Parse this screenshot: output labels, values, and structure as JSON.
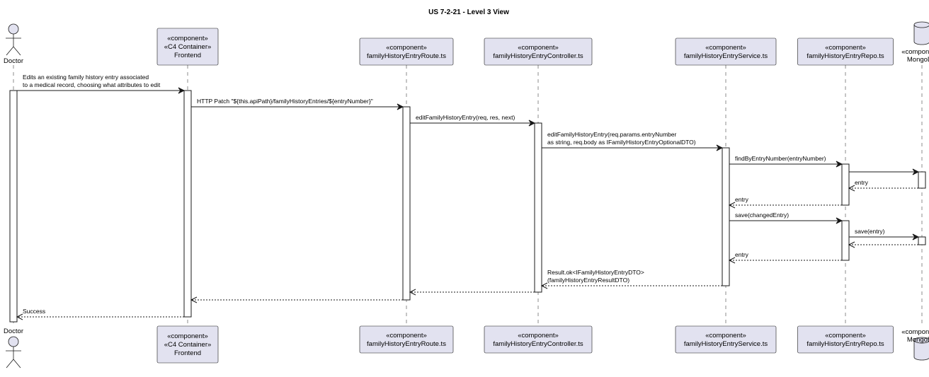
{
  "title": "US 7-2-21 - Level 3 View",
  "colors": {
    "participant_fill": "#e2e2f0",
    "participant_stroke": "#181818",
    "lifeline": "#181818",
    "activation_fill": "#ffffff"
  },
  "participants": [
    {
      "id": "doctor",
      "kind": "actor",
      "name": "Doctor"
    },
    {
      "id": "frontend",
      "kind": "box",
      "lines": [
        "«component»",
        "«C4 Container»",
        "Frontend"
      ]
    },
    {
      "id": "route",
      "kind": "box",
      "lines": [
        "«component»",
        "familyHistoryEntryRoute.ts"
      ]
    },
    {
      "id": "controller",
      "kind": "box",
      "lines": [
        "«component»",
        "familyHistoryEntryController.ts"
      ]
    },
    {
      "id": "service",
      "kind": "box",
      "lines": [
        "«component»",
        "familyHistoryEntryService.ts"
      ]
    },
    {
      "id": "repo",
      "kind": "box",
      "lines": [
        "«component»",
        "familyHistoryEntryRepo.ts"
      ]
    },
    {
      "id": "mongo",
      "kind": "database",
      "lines": [
        "«component»",
        "MongoDB"
      ]
    }
  ],
  "messages": [
    {
      "from": "doctor",
      "to": "frontend",
      "type": "sync",
      "lines": [
        "Edits an existing family history entry associated",
        "to a medical record, choosing what attributes to edit"
      ]
    },
    {
      "from": "frontend",
      "to": "route",
      "type": "sync",
      "lines": [
        "HTTP Patch \"${this.apiPath}/familyHistoryEntries/${entryNumber}\""
      ]
    },
    {
      "from": "route",
      "to": "controller",
      "type": "sync",
      "lines": [
        "editFamilyHistoryEntry(req, res, next)"
      ]
    },
    {
      "from": "controller",
      "to": "service",
      "type": "sync",
      "lines": [
        "editFamilyHistoryEntry(req.params.entryNumber",
        "as string, req.body as IFamilyHistoryEntryOptionalDTO)"
      ]
    },
    {
      "from": "service",
      "to": "repo",
      "type": "sync",
      "lines": [
        "findByEntryNumber(entryNumber)"
      ]
    },
    {
      "from": "repo",
      "to": "mongo",
      "type": "sync",
      "lines": []
    },
    {
      "from": "mongo",
      "to": "repo",
      "type": "return",
      "lines": [
        "entry"
      ]
    },
    {
      "from": "repo",
      "to": "service",
      "type": "return",
      "lines": [
        "entry"
      ]
    },
    {
      "from": "service",
      "to": "repo",
      "type": "sync",
      "lines": [
        "save(changedEntry)"
      ]
    },
    {
      "from": "repo",
      "to": "mongo",
      "type": "sync",
      "lines": [
        "save(entry)"
      ]
    },
    {
      "from": "mongo",
      "to": "repo",
      "type": "return",
      "lines": []
    },
    {
      "from": "repo",
      "to": "service",
      "type": "return",
      "lines": [
        "entry"
      ]
    },
    {
      "from": "service",
      "to": "controller",
      "type": "return",
      "lines": [
        "Result.ok<IFamilyHistoryEntryDTO>",
        "(familyHistoryEntryResultDTO)"
      ]
    },
    {
      "from": "controller",
      "to": "route",
      "type": "return",
      "lines": []
    },
    {
      "from": "route",
      "to": "frontend",
      "type": "return",
      "lines": []
    },
    {
      "from": "frontend",
      "to": "doctor",
      "type": "return",
      "lines": [
        "Success"
      ]
    }
  ]
}
